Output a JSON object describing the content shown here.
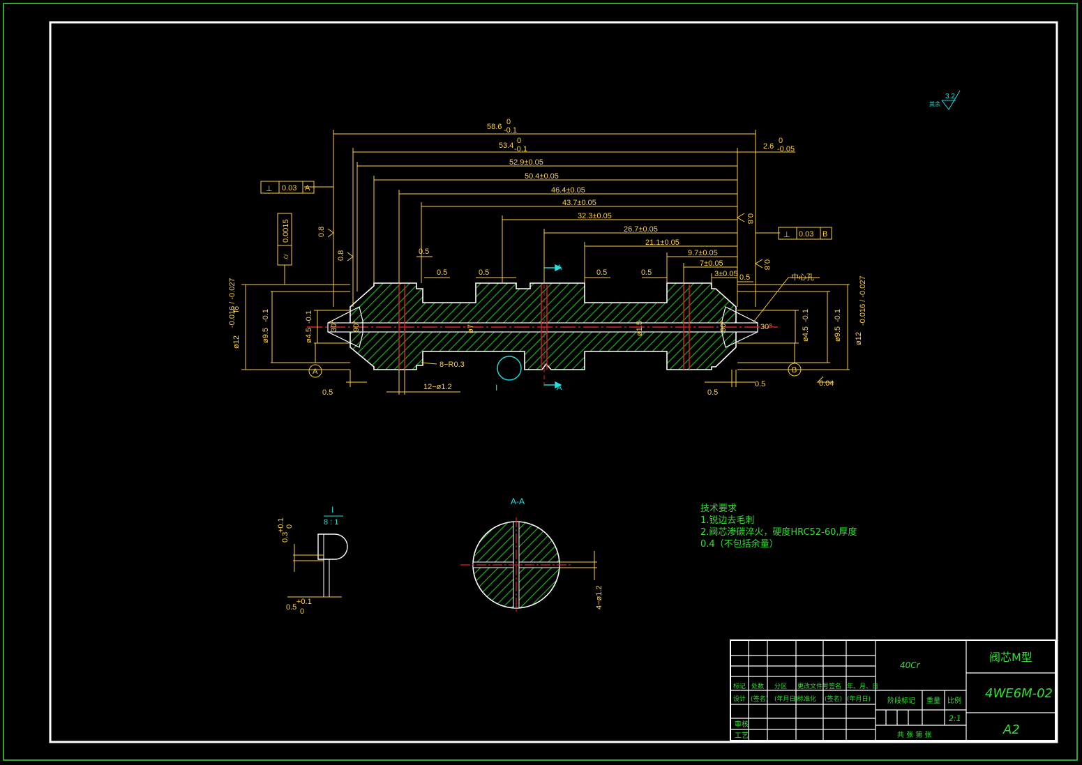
{
  "drawing": {
    "title_block": {
      "part_name": "阀芯M型",
      "drawing_no": "4WE6M-02",
      "material": "40Cr",
      "sheet_size": "A2",
      "scale": "2:1",
      "row_labels": [
        "标记",
        "处数",
        "分区",
        "更改文件号",
        "签名",
        "年、月、日"
      ],
      "row_labels2": [
        "设计",
        "(签名)",
        "(年月日)",
        "标准化",
        "(签名)",
        "(年月日)"
      ],
      "stage_label": "阶段标记",
      "weight_label": "重量",
      "scale_label": "比例",
      "review_label": "审核",
      "process_label": "工艺",
      "sheets_label": "共  张  第  张"
    },
    "tech_req": {
      "heading": "技术要求",
      "line1": "1.锐边去毛刺",
      "line2": "2.阀芯渗碳淬火，硬度HRC52-60,厚度",
      "line3": "0.4（不包括余量）"
    },
    "roughness": {
      "label": "其余",
      "value": "3.2"
    },
    "section_label": "A-A",
    "detail_label": "I",
    "detail_scale": "8 : 1",
    "dims": {
      "d1": "58.6",
      "d2": "53.4",
      "d3": "52.9±0.05",
      "d4": "50.4±0.05",
      "d5": "46.4±0.05",
      "d6": "43.7±0.05",
      "d7": "32.3±0.05",
      "d8": "26.7±0.05",
      "d9": "21.1±0.05",
      "d10": "9.7±0.05",
      "d11": "7±0.05",
      "d12": "3±0.05",
      "d13": "2.6",
      "tol_zero": "0",
      "tol_neg01": "-0.1",
      "tol_neg005": "-0.05",
      "half": "0.5",
      "holes": "12−ø1.2",
      "fillet": "8−R0.3",
      "cross_holes": "4−ø1.2",
      "perp_tol": "0.03",
      "cyl_tol": "0.0015",
      "runout": "0.04",
      "datum_a": "A",
      "datum_b": "B",
      "ra08": "0.8",
      "detail_d1": "0.3",
      "detail_d2": "0.5",
      "tol_pos01": "+0.1",
      "phi12": "ø12",
      "phi95": "ø9.5",
      "phi45": "ø4.5",
      "phi7": "ø7",
      "phi15": "ø1.5",
      "phi12_tol": "-0.016 / -0.027",
      "f6": "f6",
      "ang30": "30°",
      "ang90": "90°",
      "note_center": "中心孔",
      "detail_mark": "I",
      "sec_mark": "A"
    }
  }
}
